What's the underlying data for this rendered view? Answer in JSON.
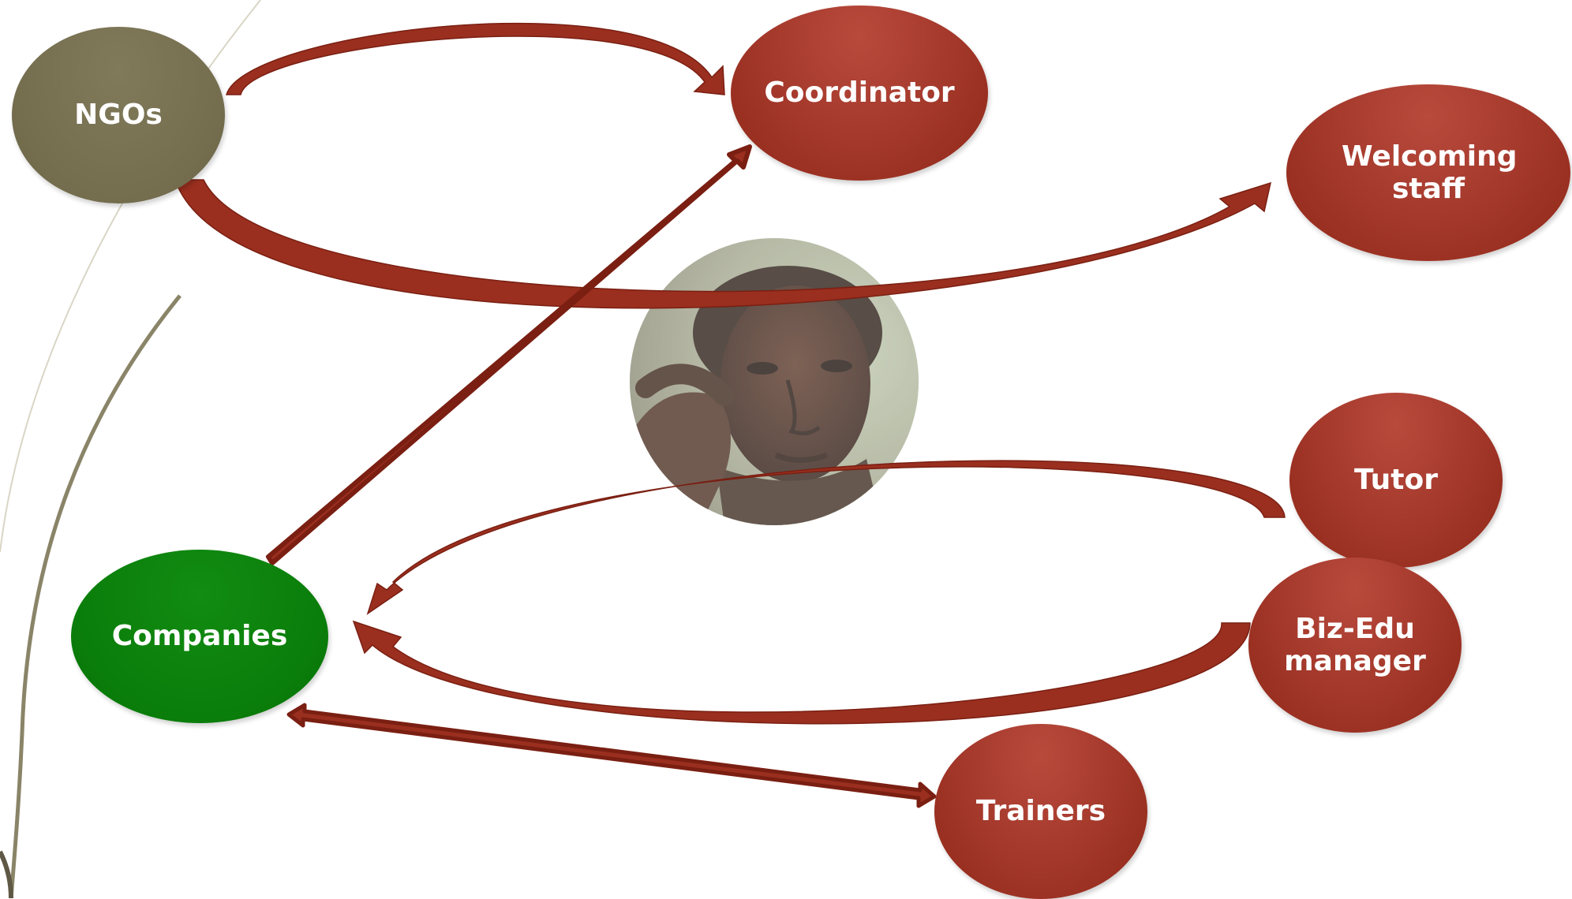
{
  "nodes": {
    "ngos": "NGOs",
    "coordinator": "Coordinator",
    "welcoming_staff": "Welcoming staff",
    "companies": "Companies",
    "tutor": "Tutor",
    "biz_edu_manager": "Biz-Edu manager",
    "trainers": "Trainers"
  },
  "colors": {
    "arrow": "#9a2f1f",
    "role_node": "#a2372a",
    "ngo_node": "#746d4e",
    "company_node": "#0a7d0a",
    "background_curve": "#8a8468"
  },
  "photo": {
    "icon": "person-photo",
    "skin": "#3a2418",
    "background": "#a8b89a"
  }
}
